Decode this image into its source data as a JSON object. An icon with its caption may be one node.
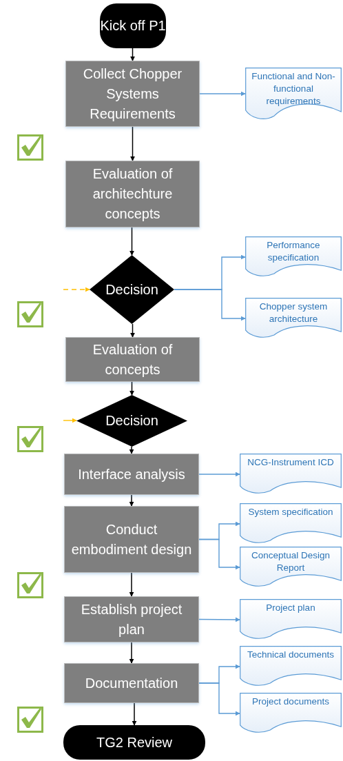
{
  "diagram": {
    "nodes": [
      {
        "text": [
          "Kick off P1"
        ]
      },
      {
        "text": [
          "Collect Chopper Systems Requirements"
        ]
      },
      {
        "text": [
          "Functional and Non-functional requirements"
        ]
      },
      {
        "text": [
          "Evaluation of architechture concepts"
        ]
      },
      {
        "text": [
          "Decision"
        ]
      },
      {
        "text": [
          "Performance specification"
        ]
      },
      {
        "text": [
          "Chopper system architecture"
        ]
      },
      {
        "text": [
          "Evaluation of concepts"
        ]
      },
      {
        "text": [
          "Decision"
        ]
      },
      {
        "text": [
          "Interface analysis"
        ]
      },
      {
        "text": [
          "NCG-Instrument ICD"
        ]
      },
      {
        "text": [
          "Conduct embodiment design"
        ]
      },
      {
        "text": [
          "System specification"
        ]
      },
      {
        "text": [
          "Conceptual Design Report"
        ]
      },
      {
        "text": [
          "Establish project plan"
        ]
      },
      {
        "text": [
          "Project plan"
        ]
      },
      {
        "text": [
          "Documentation"
        ]
      },
      {
        "text": [
          "Technical documents"
        ]
      },
      {
        "text": [
          "Project documents"
        ]
      },
      {
        "text": [
          "TG2 Review"
        ]
      }
    ],
    "edges": [
      {
        "from": 0,
        "to": 1,
        "arrow": "to"
      },
      {
        "from": 1,
        "to": 2,
        "arrow": "to",
        "color": "#5b9bd5"
      },
      {
        "from": 1,
        "to": 3,
        "arrow": "to"
      },
      {
        "from": 3,
        "to": 4,
        "arrow": "to"
      },
      {
        "from": null,
        "to": 4,
        "arrow": "to",
        "style": "dashed",
        "color": "#ffc000"
      },
      {
        "from": 4,
        "to": 5,
        "arrow": "to",
        "color": "#5b9bd5"
      },
      {
        "from": 4,
        "to": 6,
        "arrow": "to",
        "color": "#5b9bd5"
      },
      {
        "from": 4,
        "to": 7,
        "arrow": "to"
      },
      {
        "from": 7,
        "to": 8,
        "arrow": "to"
      },
      {
        "from": null,
        "to": 8,
        "arrow": "to",
        "color": "#ffc000"
      },
      {
        "from": 8,
        "to": 9,
        "arrow": "to"
      },
      {
        "from": 9,
        "to": 10,
        "arrow": "to",
        "color": "#5b9bd5"
      },
      {
        "from": 9,
        "to": 11,
        "arrow": "to"
      },
      {
        "from": 11,
        "to": 12,
        "arrow": "to",
        "color": "#5b9bd5"
      },
      {
        "from": 11,
        "to": 13,
        "arrow": "to",
        "color": "#5b9bd5"
      },
      {
        "from": 11,
        "to": 14,
        "arrow": "to"
      },
      {
        "from": 14,
        "to": 15,
        "arrow": "to",
        "color": "#5b9bd5"
      },
      {
        "from": 14,
        "to": 16,
        "arrow": "to"
      },
      {
        "from": 16,
        "to": 17,
        "arrow": "to",
        "color": "#5b9bd5"
      },
      {
        "from": 16,
        "to": 18,
        "arrow": "to",
        "color": "#5b9bd5"
      },
      {
        "from": 16,
        "to": 19,
        "arrow": "to"
      }
    ]
  }
}
